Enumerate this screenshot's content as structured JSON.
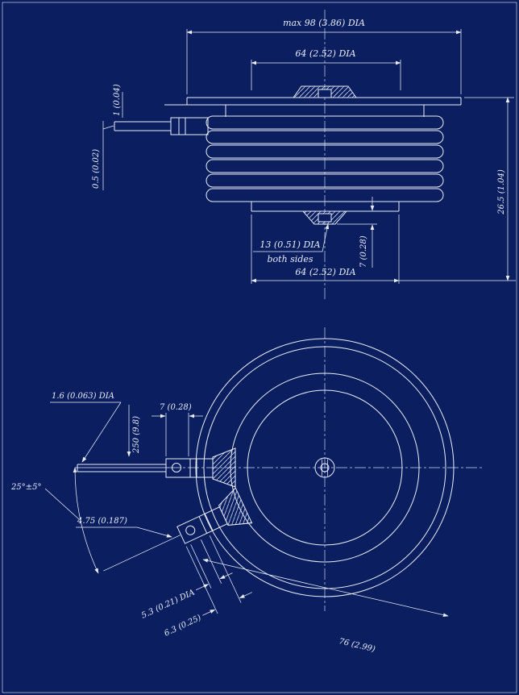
{
  "drawing": {
    "kind": "engineering blueprint of disc-type semiconductor capsule, side section and plan view",
    "colors": {
      "background": "#0B1F60",
      "line": "#E9EDF8"
    }
  },
  "side_view": {
    "dim_outer_dia": "max 98 (3.86) DIA",
    "dim_top_pole_dia": "64 (2.52) DIA",
    "dim_lead_offset": "1 (0.04)",
    "dim_lead_dia": "0.5 (0.02)",
    "dim_height": "26.5 (1.04)",
    "note_stud_line1": "13 (0.51) DIA",
    "note_stud_line2": "both sides",
    "dim_stud_height": "7 (0.28)",
    "dim_bottom_pole_dia": "64 (2.52) DIA"
  },
  "plan_view": {
    "dim_wire_dia": "1.6 (0.063) DIA",
    "dim_lead_length": "250 (9.8)",
    "dim_terminal_width": "7 (0.28)",
    "dim_angle": "25°±5°",
    "dim_terminal_thickness": "4.75 (0.187)",
    "dim_hole_dia": "5.3 (0.21) DIA",
    "dim_tab_width": "6.3 (0.25)",
    "dim_radial_distance": "76 (2.99)"
  }
}
